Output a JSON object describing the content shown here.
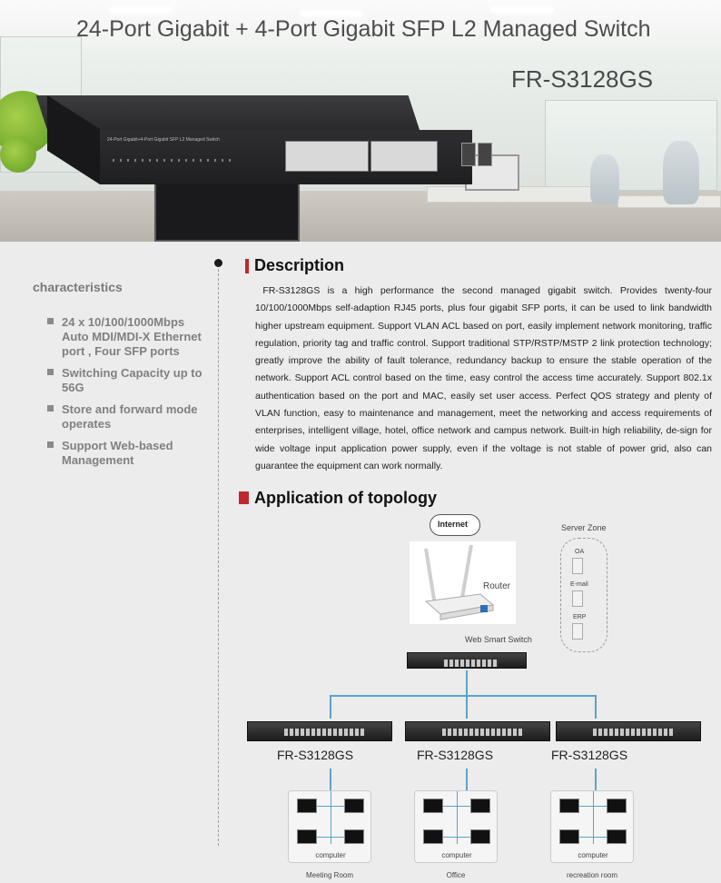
{
  "banner": {
    "title": "24-Port Gigabit + 4-Port Gigabit  SFP L2 Managed Switch",
    "model": "FR-S3128GS",
    "device_label": "24-Port Gigabit+4-Port Gigabit SFP L2 Managed Switch"
  },
  "characteristics": {
    "heading": "characteristics",
    "items": [
      "24 x 10/100/1000Mbps Auto MDI/MDI-X Ethernet port , Four SFP ports",
      "Switching Capacity up to 56G",
      "Store and forward mode operates",
      "Support Web-based Management"
    ]
  },
  "description": {
    "title": "Description",
    "body": "FR-S3128GS is a high performance the second managed gigabit switch. Provides twenty-four 10/100/1000Mbps self-adaption RJ45 ports, plus four  gigabit  SFP ports, it can be used to link bandwidth higher upstream equipment. Support VLAN ACL based on port, easily implement network monitoring, traffic regulation, priority tag and traffic control. Support traditional STP/RSTP/MSTP 2 link protection technology; greatly improve the ability of fault tolerance, redundancy backup to ensure the stable operation of the network. Support ACL control based on the time, easy control the access time accurately. Support 802.1x authentication based on the port and MAC, easily set user access. Perfect QOS strategy and plenty of VLAN function, easy to maintenance and management, meet the networking and access requirements of enterprises, intelligent village, hotel, office network and campus network. Built-in high reliability, de-sign for wide voltage input application power supply, even if the voltage is not stable of power grid, also can guarantee the equipment can work normally."
  },
  "topology": {
    "title": "Application  of  topology",
    "internet": "Internet",
    "router": "Router",
    "server_zone": "Server Zone",
    "servers": [
      "OA",
      "E-mail",
      "ERP"
    ],
    "web_switch": "Web Smart Switch",
    "switches": [
      "FR-S3128GS",
      "FR-S3128GS",
      "FR-S3128GS"
    ],
    "room_device": "computer",
    "rooms": [
      "Meeting Room",
      "Office",
      "recreation room"
    ],
    "accent_color": "#c0272d",
    "link_color": "#5aa3c8"
  }
}
